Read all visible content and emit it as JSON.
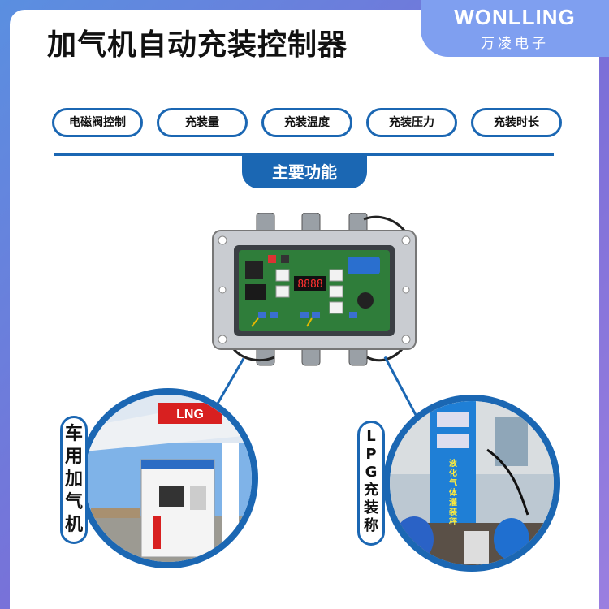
{
  "title": "加气机自动充装控制器",
  "brand": {
    "name_en": "WONLLING",
    "name_cn": "万凌电子"
  },
  "features": [
    "电磁阀控制",
    "充装量",
    "充装温度",
    "充装压力",
    "充装时长"
  ],
  "section_label": "主要功能",
  "applications": {
    "left": {
      "label_chars": [
        "车",
        "用",
        "加",
        "气",
        "机"
      ],
      "sign_text": "LNG"
    },
    "right": {
      "label_chars": [
        "L",
        "P",
        "G",
        "充",
        "装",
        "称"
      ],
      "cabinet_text": [
        "液",
        "化",
        "气",
        "体",
        "灌",
        "装",
        "秤"
      ]
    }
  },
  "colors": {
    "accent": "#1b67b3",
    "brand_bg": "#7f9ff0"
  },
  "display_digits": "8888"
}
